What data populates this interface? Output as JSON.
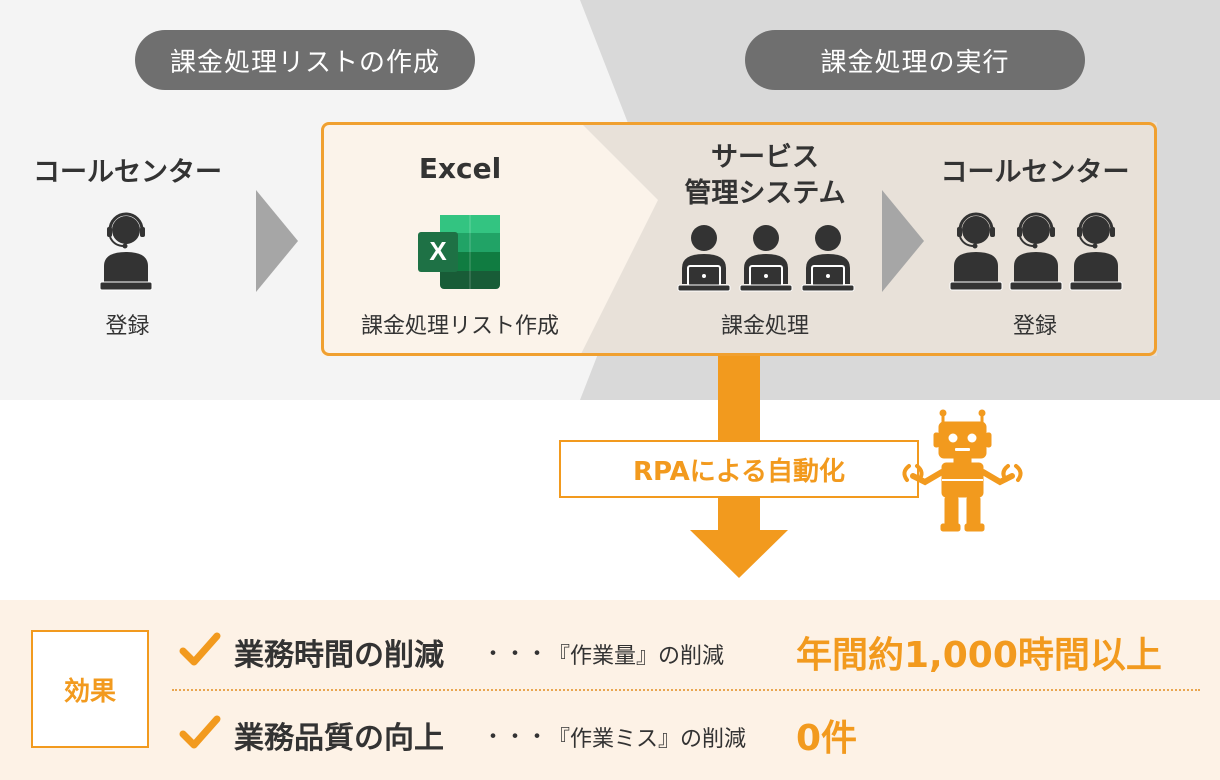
{
  "phases": {
    "create_label": "課金処理リストの作成",
    "execute_label": "課金処理の実行"
  },
  "steps": [
    {
      "title": "コールセンター",
      "caption": "登録"
    },
    {
      "title": "Excel",
      "caption": "課金処理リスト作成"
    },
    {
      "title_line1": "サービス",
      "title_line2": "管理システム",
      "caption": "課金処理"
    },
    {
      "title": "コールセンター",
      "caption": "登録"
    }
  ],
  "icons": {
    "operator": "headset-operator-icon",
    "excel": "excel-icon",
    "staff": "laptop-worker-icon",
    "robot": "robot-icon",
    "check": "checkmark-icon",
    "arrow": "chevron-arrow-icon"
  },
  "excel_letter": "X",
  "automation": {
    "label": "RPAによる自動化"
  },
  "effects": {
    "label": "効果",
    "rows": [
      {
        "title": "業務時間の削減",
        "dots": "・・・",
        "desc": "『作業量』の削減",
        "value": "年間約1,000時間以上"
      },
      {
        "title": "業務品質の向上",
        "dots": "・・・",
        "desc": "『作業ミス』の削減",
        "value": "0件"
      }
    ]
  },
  "colors": {
    "accent": "#f29a1e",
    "pill": "#6f6f6f",
    "bg_left": "#f4f4f4",
    "bg_right": "#d9d9d9",
    "effects_bg": "#fdf2e6",
    "excel_dark": "#1e7145",
    "excel_light": "#21a366"
  }
}
